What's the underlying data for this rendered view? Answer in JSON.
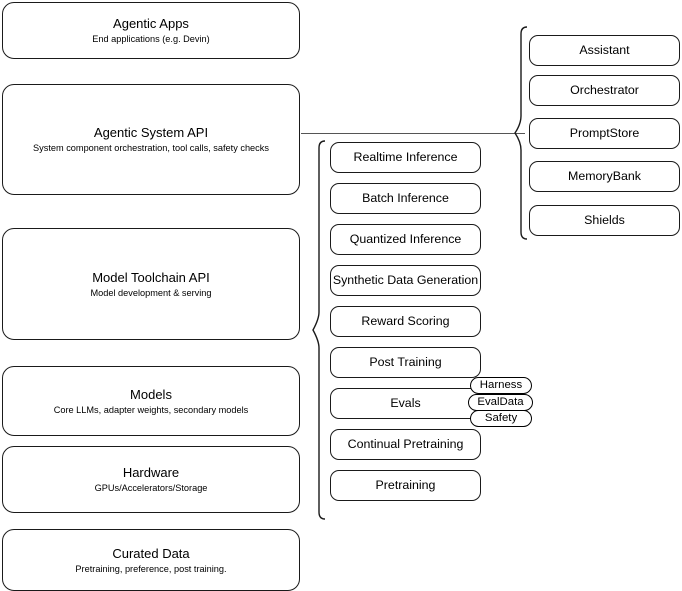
{
  "diagram": {
    "title": "Agentic stack layered architecture",
    "stroke_color": "#1a1a1a",
    "connector_color": "#555555",
    "background": "#ffffff"
  },
  "layers": [
    {
      "id": "agentic-apps",
      "title": "Agentic Apps",
      "subtitle": "End applications (e.g. Devin)"
    },
    {
      "id": "agentic-system-api",
      "title": "Agentic System API",
      "subtitle": "System component orchestration, tool calls, safety checks"
    },
    {
      "id": "model-toolchain-api",
      "title": "Model Toolchain API",
      "subtitle": "Model development & serving"
    },
    {
      "id": "models",
      "title": "Models",
      "subtitle": "Core LLMs, adapter weights, secondary models"
    },
    {
      "id": "hardware",
      "title": "Hardware",
      "subtitle": "GPUs/Accelerators/Storage"
    },
    {
      "id": "curated-data",
      "title": "Curated Data",
      "subtitle": "Pretraining, preference, post training."
    }
  ],
  "toolchain_capabilities": [
    {
      "id": "realtime-inference",
      "label": "Realtime Inference"
    },
    {
      "id": "batch-inference",
      "label": "Batch Inference"
    },
    {
      "id": "quantized-inference",
      "label": "Quantized Inference"
    },
    {
      "id": "synthetic-data-generation",
      "label": "Synthetic Data Generation"
    },
    {
      "id": "reward-scoring",
      "label": "Reward Scoring"
    },
    {
      "id": "post-training",
      "label": "Post Training"
    },
    {
      "id": "evals",
      "label": "Evals"
    },
    {
      "id": "continual-pretraining",
      "label": "Continual Pretraining"
    },
    {
      "id": "pretraining",
      "label": "Pretraining"
    }
  ],
  "eval_subcomponents": [
    {
      "id": "harness",
      "label": "Harness"
    },
    {
      "id": "evaldata",
      "label": "EvalData"
    },
    {
      "id": "safety",
      "label": "Safety"
    }
  ],
  "system_components": [
    {
      "id": "assistant",
      "label": "Assistant"
    },
    {
      "id": "orchestrator",
      "label": "Orchestrator"
    },
    {
      "id": "promptstore",
      "label": "PromptStore"
    },
    {
      "id": "memorybank",
      "label": "MemoryBank"
    },
    {
      "id": "shields",
      "label": "Shields"
    }
  ]
}
